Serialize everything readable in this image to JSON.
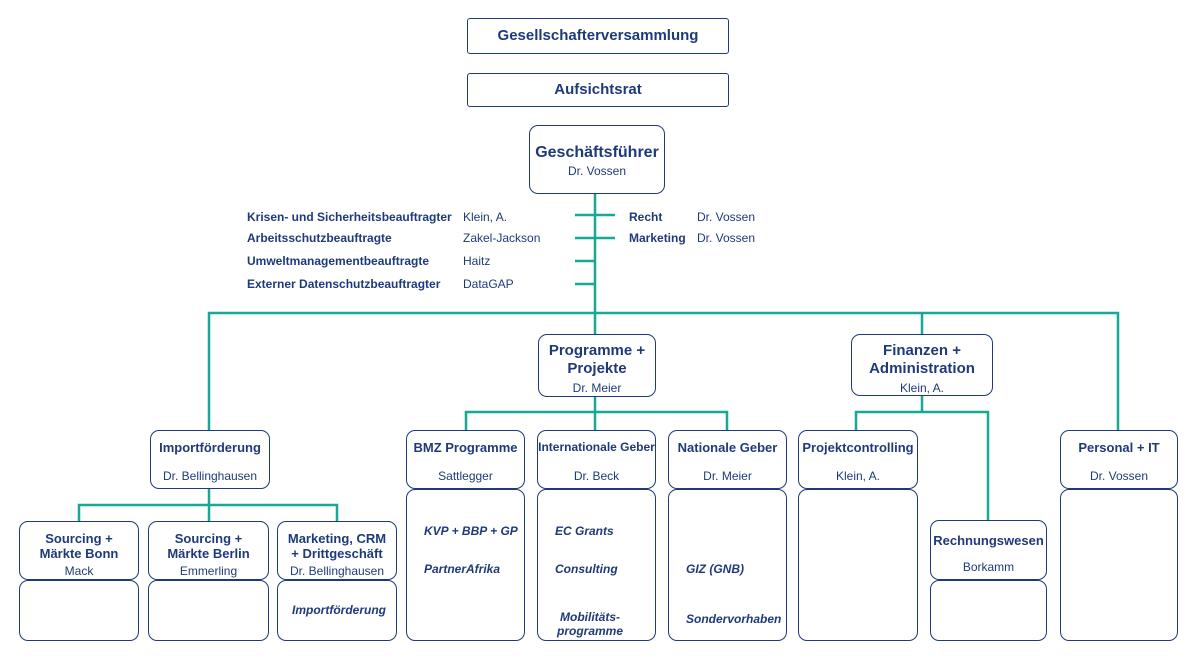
{
  "top": {
    "shareholders": "Gesellschafterversammlung",
    "board": "Aufsichtsrat",
    "ceo": {
      "title": "Geschäftsführer",
      "name": "Dr. Vossen"
    }
  },
  "staff_left": [
    {
      "role": "Krisen- und Sicherheitsbeauftragter",
      "name": "Klein, A."
    },
    {
      "role": "Arbeitsschutzbeauftragte",
      "name": "Zakel-Jackson"
    },
    {
      "role": "Umweltmanagementbeauftragte",
      "name": "Haitz"
    },
    {
      "role": "Externer Datenschutzbeauftragter",
      "name": "DataGAP"
    }
  ],
  "staff_right": [
    {
      "role": "Recht",
      "name": "Dr. Vossen"
    },
    {
      "role": "Marketing",
      "name": "Dr. Vossen"
    }
  ],
  "divisions": {
    "import": {
      "title": "Importförderung",
      "name": "Dr. Bellinghausen"
    },
    "programs": {
      "title": "Programme + Projekte",
      "name": "Dr. Meier"
    },
    "finance": {
      "title": "Finanzen + Administration",
      "name": "Klein, A."
    },
    "personnel": {
      "title": "Personal + IT",
      "name": "Dr. Vossen"
    }
  },
  "import_units": [
    {
      "title": "Sourcing + Märkte Bonn",
      "name": "Mack"
    },
    {
      "title": "Sourcing + Märkte Berlin",
      "name": "Emmerling"
    },
    {
      "title": "Marketing, CRM + Drittgeschäft",
      "name": "Dr. Bellinghausen",
      "items": [
        "Importförderung"
      ]
    }
  ],
  "program_units": [
    {
      "title": "BMZ Programme",
      "name": "Sattlegger",
      "items": [
        "KVP + BBP + GP",
        "PartnerAfrika"
      ]
    },
    {
      "title": "Internationale Geber",
      "name": "Dr. Beck",
      "items": [
        "EC Grants",
        "Consulting",
        "Mobilitäts-programme"
      ]
    },
    {
      "title": "Nationale Geber",
      "name": "Dr. Meier",
      "items": [
        "GIZ (GNB)",
        "Sondervorhaben"
      ]
    }
  ],
  "finance_units": [
    {
      "title": "Projektcontrolling",
      "name": "Klein, A."
    },
    {
      "title": "Rechnungswesen",
      "name": "Borkamm"
    }
  ],
  "colors": {
    "line": "#17a896",
    "border": "#1f3a7a"
  }
}
